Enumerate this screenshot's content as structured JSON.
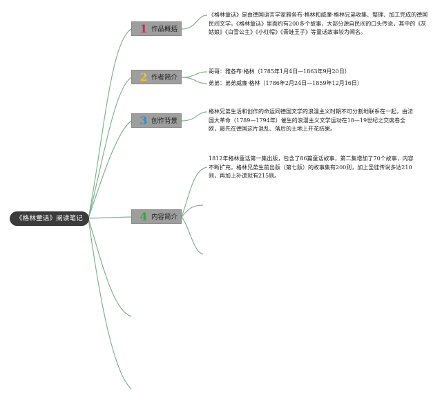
{
  "root": {
    "title": "《格林童话》阅读笔记"
  },
  "branches": [
    {
      "number": "1",
      "label": "作品概括",
      "notes": [
        "《格林童话》是由德国语言学家雅各布·格林和威廉·格林兄弟收集、整理、加工完成的德国民间文学。《格林童话》里面约有200多个故事，大部分源自民间的口头传说，其中的《灰姑娘》《白雪公主》《小红帽》《青蛙王子》等童话故事较为闻名。"
      ]
    },
    {
      "number": "2",
      "label": "作者简介",
      "notes": [
        "哥哥：雅各布·格林（1785年1月4日—1863年9月20日）",
        "弟弟：弟弟威廉·格林（1786年2月24日—1859年12月16日）"
      ]
    },
    {
      "number": "3",
      "label": "创作背景",
      "notes": [
        "格林兄弟生活和创作的命运同德国文学的浪漫主义时期不可分割地联系在一起，由法国大革命（1789—1794年）催生的浪漫主义文学运动在18—19世纪之交席卷全欧，最先在德国这片混乱、落后的土地上开花结果。"
      ]
    },
    {
      "number": "4",
      "label": "内容简介",
      "notes": [
        "1812年格林童话第一集出版，包含了86篇童话故事，第二集增加了70个故事，内容不断扩充，格林兄弟生前出版（第七版）的故事集有200则，加上圣徒传说多达210则，再加上补遗就有215则。"
      ]
    }
  ],
  "colors": {
    "connector": "#7fb38f",
    "root_fill": "#3b3b3b",
    "branch_fill": "#9e9e9e",
    "number_1": "#c42f55",
    "number_2": "#e6c434",
    "number_3": "#2f8fce",
    "number_4": "#37a63c"
  }
}
